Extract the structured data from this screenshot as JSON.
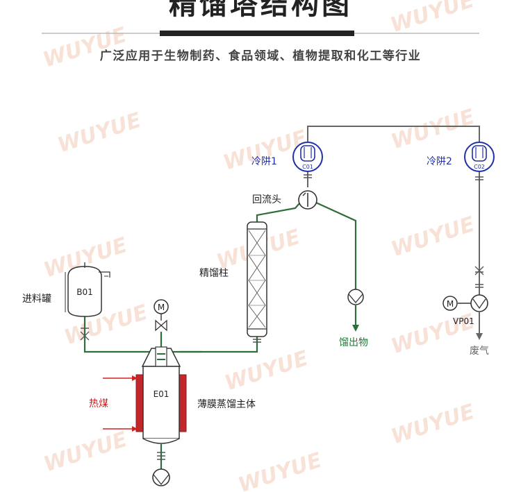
{
  "title": "精馏塔结构图",
  "subtitle": "广泛应用于生物制药、食品领域、植物提取和化工等行业",
  "watermark": "WUYUE",
  "labels": {
    "condenser1": "冷阱1",
    "condenser2": "冷阱2",
    "condenser1_tag": "C01",
    "condenser2_tag": "C02",
    "reflux_head": "回流头",
    "column": "精馏柱",
    "feed_tank": "进料罐",
    "feed_tank_tag": "B01",
    "motor_symbol": "M",
    "distillate": "馏出物",
    "vacuum_pump_tag": "VP01",
    "exhaust": "废气",
    "evaporator_tag": "E01",
    "thin_film_body": "薄膜蒸馏主体",
    "heating_medium": "热煤"
  },
  "colors": {
    "pipe_main": "#2e6e3a",
    "pipe_vacuum": "#666666",
    "condenser_blue": "#1f2fa8",
    "heating_red": "#d42020",
    "jacket_red": "#c3272b",
    "distillate_green": "#1f7a3a"
  }
}
